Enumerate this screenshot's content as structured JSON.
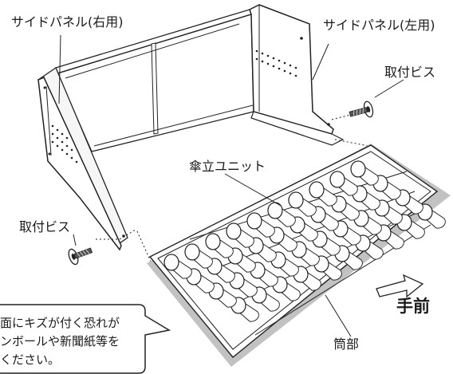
{
  "labels": {
    "side_panel_right": "サイドパネル(右用)",
    "side_panel_left": "サイドパネル(左用)",
    "screw_right": "取付ビス",
    "screw_left": "取付ビス",
    "umbrella_unit": "傘立ユニット",
    "front": "手前",
    "tube": "筒部"
  },
  "note": {
    "line1": "面にキズが付く恐れが",
    "line2": "ンボールや新聞紙等を",
    "line3": "ください。"
  },
  "colors": {
    "line": "#222222",
    "tray_shadow": "#bdbdbd",
    "background": "#ffffff"
  },
  "icons": {
    "front_arrow": "arrow-right-icon"
  }
}
